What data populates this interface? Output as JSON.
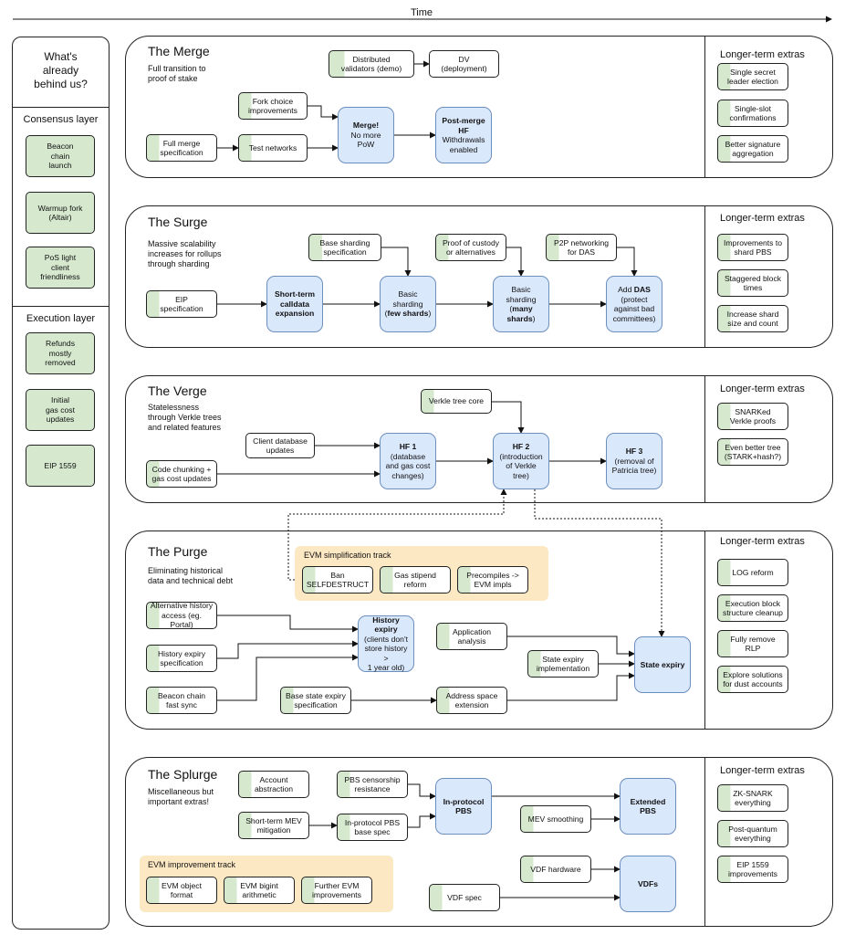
{
  "time_label": "Time",
  "left": {
    "title": "What's\nalready\nbehind us?",
    "consensus_label": "Consensus layer",
    "consensus_items": [
      "Beacon\nchain\nlaunch",
      "Warmup fork\n(Altair)",
      "PoS light\nclient\nfriendliness"
    ],
    "execution_label": "Execution layer",
    "execution_items": [
      "Refunds\nmostly\nremoved",
      "Initial\ngas cost\nupdates",
      "EIP 1559"
    ]
  },
  "sections": {
    "merge": {
      "title": "The Merge",
      "subtitle": "Full transition to\nproof of stake",
      "extras_title": "Longer-term extras",
      "extras": [
        "Single secret\nleader election",
        "Single-slot\nconfirmations",
        "Better signature\naggregation"
      ],
      "nodes": {
        "dist_validators": "Distributed\nvalidators (demo)",
        "dv_deployment": "DV\n(deployment)",
        "fork_choice": "Fork choice\nimprovements",
        "full_merge_spec": "Full merge\nspecification",
        "test_networks": "Test networks",
        "merge_title": "Merge!",
        "merge_rest": "No more\nPoW",
        "post_merge_title": "Post-merge\nHF",
        "post_merge_rest": "Withdrawals\nenabled"
      }
    },
    "surge": {
      "title": "The Surge",
      "subtitle": "Massive scalability\nincreases for rollups\nthrough sharding",
      "extras_title": "Longer-term extras",
      "extras": [
        "Improvements to\nshard PBS",
        "Staggered block\ntimes",
        "Increase shard\nsize and count"
      ],
      "nodes": {
        "base_sharding_spec": "Base sharding\nspecification",
        "proof_of_custody": "Proof of custody\nor alternatives",
        "p2p_das": "P2P networking\nfor DAS",
        "eip_spec": "EIP\nspecification",
        "short_term_calldata": "Short-term\ncalldata\nexpansion",
        "basic_few_a": "Basic\nsharding\n(",
        "basic_few_b": "few shards",
        "basic_few_c": ")",
        "basic_many_a": "Basic\nsharding\n(",
        "basic_many_b": "many\nshards",
        "basic_many_c": ")",
        "add_das_a": "Add ",
        "add_das_b": "DAS",
        "add_das_c": "\n(protect\nagainst bad\ncommittees)"
      }
    },
    "verge": {
      "title": "The Verge",
      "subtitle": "Statelessness\nthrough Verkle trees\nand related features",
      "extras_title": "Longer-term extras",
      "extras": [
        "SNARKed\nVerkle proofs",
        "Even better tree\n(STARK+hash?)"
      ],
      "nodes": {
        "verkle_core": "Verkle tree core",
        "client_db": "Client database\nupdates",
        "code_chunking": "Code chunking +\ngas cost updates",
        "hf1_title": "HF 1",
        "hf1_rest": "(database\nand gas cost\nchanges)",
        "hf2_title": "HF 2",
        "hf2_rest": "(introduction\nof Verkle\ntree)",
        "hf3_title": "HF 3",
        "hf3_rest": "(removal of\nPatricia tree)"
      }
    },
    "purge": {
      "title": "The Purge",
      "subtitle": "Eliminating historical\ndata and technical debt",
      "extras_title": "Longer-term extras",
      "extras": [
        "LOG reform",
        "Execution block\nstructure cleanup",
        "Fully remove\nRLP",
        "Explore solutions\nfor dust accounts"
      ],
      "track_title": "EVM simplification track",
      "track_items": [
        "Ban\nSELFDESTRUCT",
        "Gas stipend\nreform",
        "Precompiles ->\nEVM impls"
      ],
      "nodes": {
        "alt_history": "Alternative history\naccess (eg. Portal)",
        "history_expiry_spec": "History expiry\nspecification",
        "beacon_fast_sync": "Beacon chain\nfast sync",
        "history_expiry_title": "History\nexpiry",
        "history_expiry_rest": "(clients don't\nstore history >\n1 year old)",
        "app_analysis": "Application\nanalysis",
        "state_expiry_impl": "State expiry\nimplementation",
        "base_state_expiry": "Base state expiry\nspecification",
        "address_space": "Address space\nextension",
        "state_expiry": "State expiry"
      }
    },
    "splurge": {
      "title": "The Splurge",
      "subtitle": "Miscellaneous but\nimportant extras!",
      "extras_title": "Longer-term extras",
      "extras": [
        "ZK-SNARK\neverything",
        "Post-quantum\neverything",
        "EIP 1559\nimprovements"
      ],
      "track_title": "EVM improvement track",
      "track_items": [
        "EVM object\nformat",
        "EVM bigint\narithmetic",
        "Further EVM\nimprovements"
      ],
      "nodes": {
        "account_abstraction": "Account\nabstraction",
        "short_term_mev": "Short-term MEV\nmitigation",
        "pbs_censorship": "PBS censorship\nresistance",
        "in_protocol_pbs_spec": "In-protocol PBS\nbase spec",
        "in_protocol_pbs": "In-protocol\nPBS",
        "mev_smoothing": "MEV smoothing",
        "extended_pbs": "Extended\nPBS",
        "vdf_hardware": "VDF hardware",
        "vdf_spec": "VDF spec",
        "vdfs": "VDFs"
      }
    }
  },
  "colors": {
    "green": "#d6e9cf",
    "blue": "#dae8fc",
    "blue_border": "#6c8ebf",
    "orange": "#fde8c4"
  }
}
